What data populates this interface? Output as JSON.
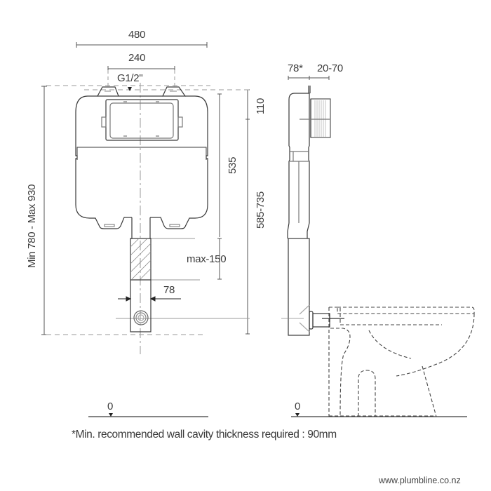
{
  "front_view": {
    "dim_overall_width": "480",
    "dim_flush_plate_width": "240",
    "dim_inlet": "G1/2\"",
    "dim_pipe_width": "78",
    "dim_pipe_adjust": "max-150",
    "dim_total_height": "Min 780 - Max 930",
    "dim_top_offset": "110",
    "dim_tank_height": "535",
    "dim_outlet_height": "585-735",
    "floor_level": "0"
  },
  "side_view": {
    "dim_depth": "78*",
    "dim_plate_adjust": "20-70",
    "floor_level": "0"
  },
  "footnote": "*Min. recommended wall cavity thickness required : 90mm",
  "website": "www.plumbline.co.nz",
  "colors": {
    "line": "#3a3a3a",
    "dim_line": "#555555",
    "hidden_line": "#9a9a9a",
    "background": "#ffffff"
  }
}
